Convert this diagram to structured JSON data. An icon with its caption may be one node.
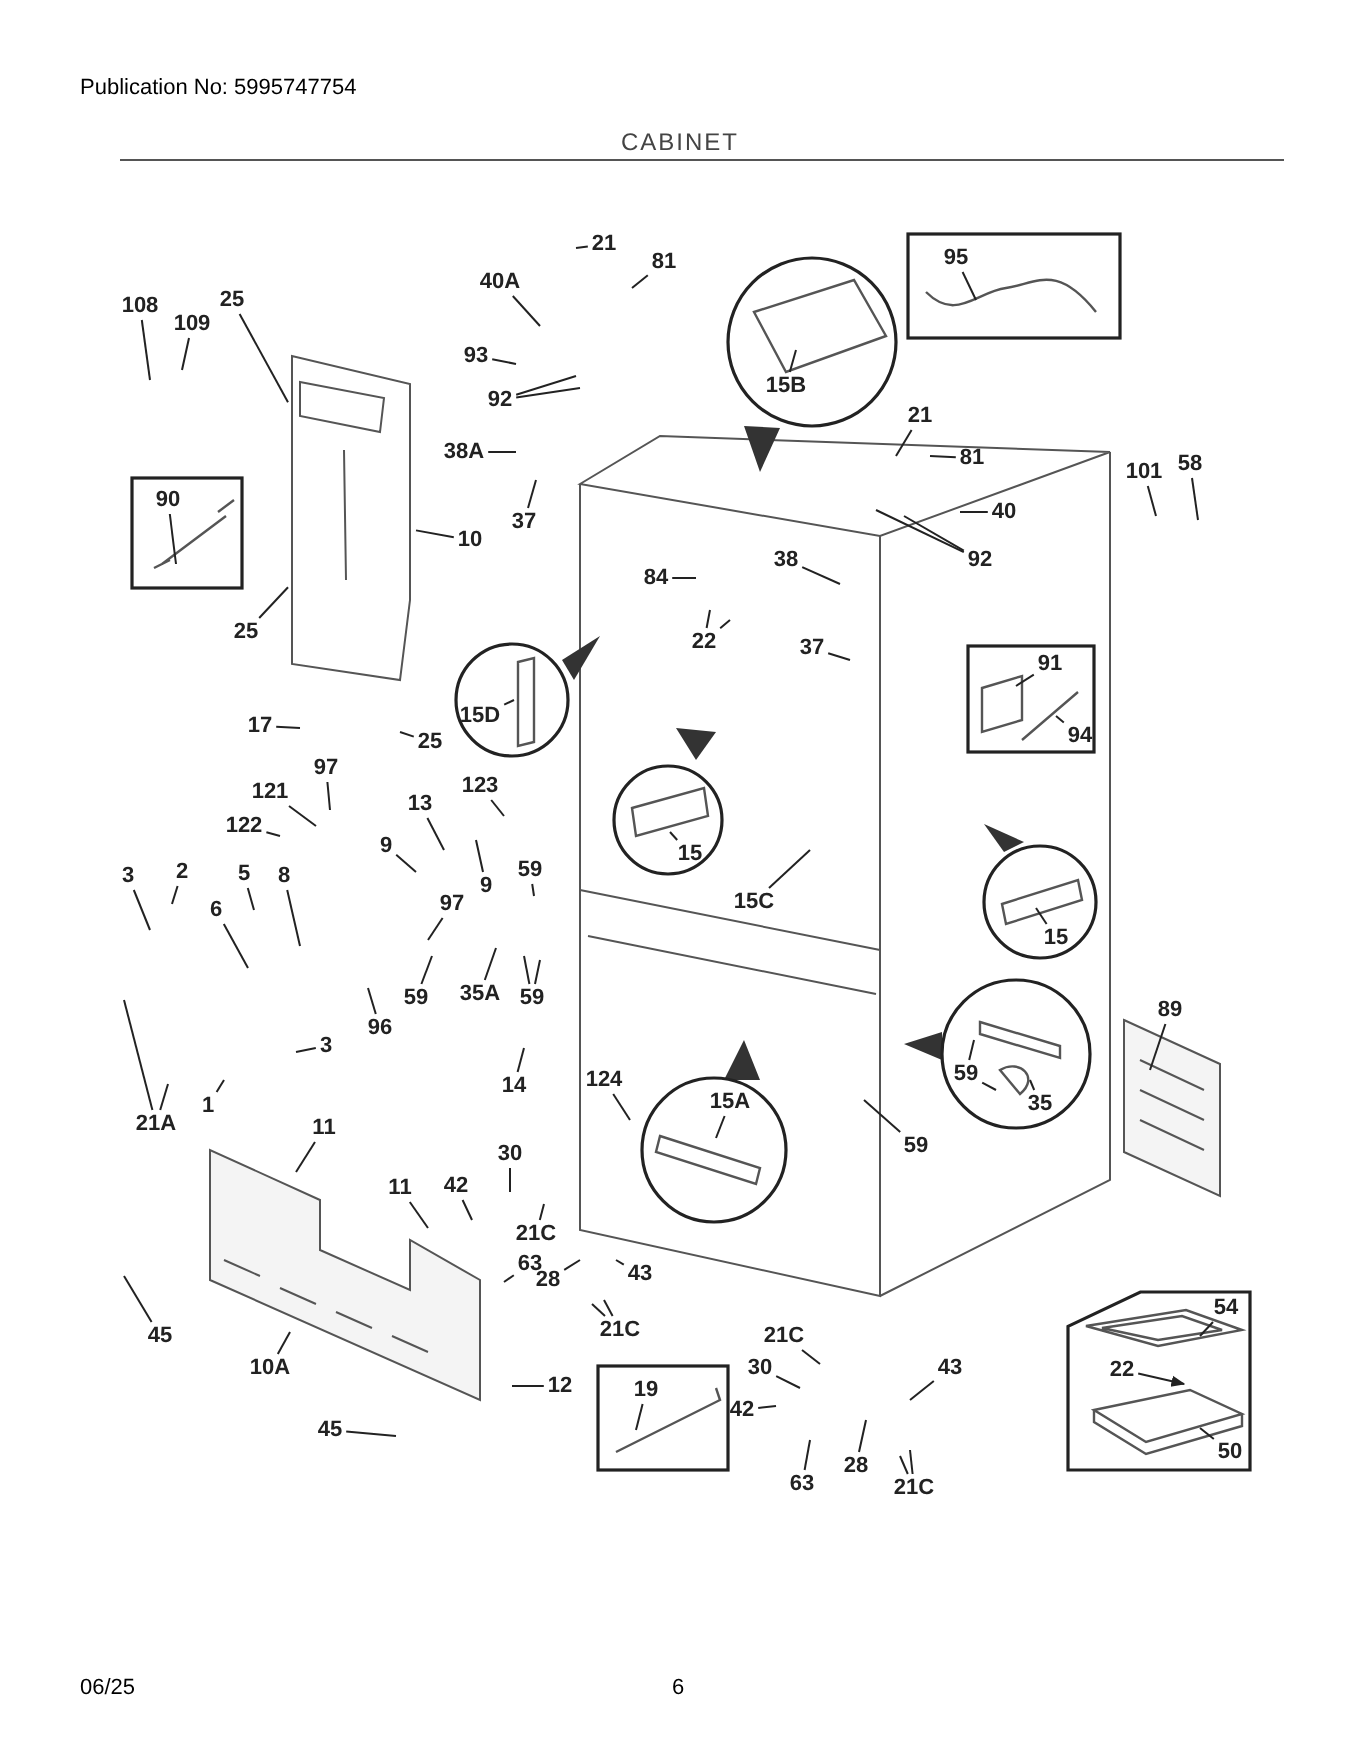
{
  "diagram": {
    "title": "CABINET",
    "nodes": [
      {
        "text": [
          "21"
        ]
      },
      {
        "text": [
          "81"
        ]
      },
      {
        "text": [
          "40A"
        ]
      },
      {
        "text": [
          "108"
        ]
      },
      {
        "text": [
          "109"
        ]
      },
      {
        "text": [
          "25"
        ]
      },
      {
        "text": [
          "93"
        ]
      },
      {
        "text": [
          "92"
        ]
      },
      {
        "text": [
          "38A"
        ]
      },
      {
        "text": [
          "37"
        ]
      },
      {
        "text": [
          "10"
        ]
      },
      {
        "text": [],
        "shape": "box"
      },
      {
        "text": [
          "90"
        ],
        "in": 11
      },
      {
        "text": [
          "25"
        ]
      },
      {
        "text": [
          "17"
        ]
      },
      {
        "text": [
          "25"
        ]
      },
      {
        "text": [
          "97"
        ]
      },
      {
        "text": [
          "121"
        ]
      },
      {
        "text": [
          "13"
        ]
      },
      {
        "text": [
          "123"
        ]
      },
      {
        "text": [
          "122"
        ]
      },
      {
        "text": [
          "9"
        ]
      },
      {
        "text": [
          "9"
        ]
      },
      {
        "text": [
          "3"
        ]
      },
      {
        "text": [
          "2"
        ]
      },
      {
        "text": [
          "5"
        ]
      },
      {
        "text": [
          "8"
        ]
      },
      {
        "text": [
          "6"
        ]
      },
      {
        "text": [
          "97"
        ]
      },
      {
        "text": [
          "59"
        ]
      },
      {
        "text": [
          "59"
        ]
      },
      {
        "text": [
          "35A"
        ]
      },
      {
        "text": [
          "59"
        ]
      },
      {
        "text": [
          "96"
        ]
      },
      {
        "text": [
          "3"
        ]
      },
      {
        "text": [
          "14"
        ]
      },
      {
        "text": [
          "21A"
        ]
      },
      {
        "text": [
          "1"
        ]
      },
      {
        "text": [
          "11"
        ]
      },
      {
        "text": [
          "11"
        ]
      },
      {
        "text": [
          "42"
        ]
      },
      {
        "text": [
          "30"
        ]
      },
      {
        "text": [
          "21C"
        ]
      },
      {
        "text": [
          "63"
        ]
      },
      {
        "text": [
          "28"
        ]
      },
      {
        "text": [
          "43"
        ]
      },
      {
        "text": [
          "21C"
        ]
      },
      {
        "text": [
          "45"
        ]
      },
      {
        "text": [
          "10A"
        ]
      },
      {
        "text": [
          "12"
        ]
      },
      {
        "text": [
          "45"
        ]
      },
      {
        "text": [],
        "shape": "box"
      },
      {
        "text": [
          "19"
        ],
        "in": 51
      },
      {
        "text": [
          "21C"
        ]
      },
      {
        "text": [
          "30"
        ]
      },
      {
        "text": [
          "42"
        ]
      },
      {
        "text": [
          "63"
        ]
      },
      {
        "text": [
          "28"
        ]
      },
      {
        "text": [
          "43"
        ]
      },
      {
        "text": [
          "21C"
        ]
      },
      {
        "text": [],
        "shape": "box"
      },
      {
        "text": [
          "54"
        ],
        "in": 60
      },
      {
        "text": [
          "22"
        ],
        "in": 60
      },
      {
        "text": [
          "50"
        ],
        "in": 60
      },
      {
        "text": [],
        "shape": "box"
      },
      {
        "text": [
          "95"
        ],
        "in": 64
      },
      {
        "text": [],
        "shape": "circle"
      },
      {
        "text": [
          "15B"
        ],
        "in": 66
      },
      {
        "text": [
          "21"
        ]
      },
      {
        "text": [
          "81"
        ]
      },
      {
        "text": [
          "40"
        ]
      },
      {
        "text": [
          "92"
        ]
      },
      {
        "text": [
          "38"
        ]
      },
      {
        "text": [
          "101"
        ]
      },
      {
        "text": [
          "58"
        ]
      },
      {
        "text": [
          "84"
        ]
      },
      {
        "text": [
          "22"
        ]
      },
      {
        "text": [
          "37"
        ]
      },
      {
        "text": [],
        "shape": "box"
      },
      {
        "text": [
          "91"
        ],
        "in": 78
      },
      {
        "text": [
          "94"
        ],
        "in": 78
      },
      {
        "text": [],
        "shape": "circle"
      },
      {
        "text": [
          "15D"
        ],
        "in": 81
      },
      {
        "text": [],
        "shape": "circle"
      },
      {
        "text": [
          "15"
        ],
        "in": 83
      },
      {
        "text": [
          "15C"
        ]
      },
      {
        "text": [],
        "shape": "circle"
      },
      {
        "text": [
          "15"
        ],
        "in": 86
      },
      {
        "text": [
          "89"
        ]
      },
      {
        "text": [],
        "shape": "circle"
      },
      {
        "text": [
          "59"
        ],
        "in": 89
      },
      {
        "text": [
          "35"
        ],
        "in": 89
      },
      {
        "text": [
          "59"
        ]
      },
      {
        "text": [],
        "shape": "circle"
      },
      {
        "text": [
          "15A"
        ],
        "in": 93
      },
      {
        "text": [
          "124"
        ]
      },
      {
        "text": [],
        "shape": "picture"
      }
    ],
    "edges": [
      {
        "from": 0,
        "to": null,
        "arrow": "none"
      },
      {
        "from": 1,
        "to": null,
        "arrow": "none"
      },
      {
        "from": 2,
        "to": null,
        "arrow": "none"
      },
      {
        "from": 3,
        "to": null,
        "arrow": "none"
      },
      {
        "from": 4,
        "to": null,
        "arrow": "none"
      },
      {
        "from": 5,
        "to": 96,
        "arrow": "none"
      },
      {
        "from": 6,
        "to": null,
        "arrow": "none"
      },
      {
        "from": 7,
        "to": null,
        "arrow": "none"
      },
      {
        "from": 7,
        "to": null,
        "arrow": "none"
      },
      {
        "from": 8,
        "to": null,
        "arrow": "none"
      },
      {
        "from": 9,
        "to": null,
        "arrow": "none"
      },
      {
        "from": 10,
        "to": 96,
        "arrow": "none"
      },
      {
        "from": 12,
        "to": null,
        "arrow": "none"
      },
      {
        "from": 13,
        "to": 96,
        "arrow": "none"
      },
      {
        "from": 14,
        "to": null,
        "arrow": "none"
      },
      {
        "from": 15,
        "to": null,
        "arrow": "none"
      },
      {
        "from": 16,
        "to": null,
        "arrow": "none"
      },
      {
        "from": 17,
        "to": null,
        "arrow": "none"
      },
      {
        "from": 18,
        "to": null,
        "arrow": "none"
      },
      {
        "from": 19,
        "to": null,
        "arrow": "none"
      },
      {
        "from": 20,
        "to": null,
        "arrow": "none"
      },
      {
        "from": 21,
        "to": null,
        "arrow": "none"
      },
      {
        "from": 22,
        "to": null,
        "arrow": "none"
      },
      {
        "from": 23,
        "to": null,
        "arrow": "none"
      },
      {
        "from": 24,
        "to": null,
        "arrow": "none"
      },
      {
        "from": 25,
        "to": null,
        "arrow": "none"
      },
      {
        "from": 26,
        "to": null,
        "arrow": "none"
      },
      {
        "from": 27,
        "to": null,
        "arrow": "none"
      },
      {
        "from": 28,
        "to": null,
        "arrow": "none"
      },
      {
        "from": 29,
        "to": null,
        "arrow": "none"
      },
      {
        "from": 30,
        "to": null,
        "arrow": "none"
      },
      {
        "from": 31,
        "to": null,
        "arrow": "none"
      },
      {
        "from": 32,
        "to": null,
        "arrow": "none"
      },
      {
        "from": 32,
        "to": null,
        "arrow": "none"
      },
      {
        "from": 33,
        "to": null,
        "arrow": "none"
      },
      {
        "from": 34,
        "to": null,
        "arrow": "none"
      },
      {
        "from": 35,
        "to": null,
        "arrow": "none"
      },
      {
        "from": 36,
        "to": null,
        "arrow": "none"
      },
      {
        "from": 36,
        "to": null,
        "arrow": "none"
      },
      {
        "from": 37,
        "to": null,
        "arrow": "none"
      },
      {
        "from": 38,
        "to": null,
        "arrow": "none"
      },
      {
        "from": 39,
        "to": null,
        "arrow": "none"
      },
      {
        "from": 40,
        "to": null,
        "arrow": "none"
      },
      {
        "from": 41,
        "to": null,
        "arrow": "none"
      },
      {
        "from": 42,
        "to": null,
        "arrow": "none"
      },
      {
        "from": 43,
        "to": null,
        "arrow": "none"
      },
      {
        "from": 44,
        "to": null,
        "arrow": "none"
      },
      {
        "from": 45,
        "to": null,
        "arrow": "none"
      },
      {
        "from": 46,
        "to": null,
        "arrow": "none"
      },
      {
        "from": 46,
        "to": null,
        "arrow": "none"
      },
      {
        "from": 47,
        "to": null,
        "arrow": "none"
      },
      {
        "from": 48,
        "to": null,
        "arrow": "none"
      },
      {
        "from": 49,
        "to": null,
        "arrow": "none"
      },
      {
        "from": 50,
        "to": null,
        "arrow": "none"
      },
      {
        "from": 52,
        "to": null,
        "arrow": "none"
      },
      {
        "from": 53,
        "to": null,
        "arrow": "none"
      },
      {
        "from": 54,
        "to": null,
        "arrow": "none"
      },
      {
        "from": 55,
        "to": null,
        "arrow": "none"
      },
      {
        "from": 56,
        "to": null,
        "arrow": "none"
      },
      {
        "from": 57,
        "to": null,
        "arrow": "none"
      },
      {
        "from": 58,
        "to": null,
        "arrow": "none"
      },
      {
        "from": 59,
        "to": null,
        "arrow": "none"
      },
      {
        "from": 59,
        "to": null,
        "arrow": "none"
      },
      {
        "from": 61,
        "to": null,
        "arrow": "none"
      },
      {
        "from": 62,
        "to": null,
        "arrow": "to"
      },
      {
        "from": 63,
        "to": null,
        "arrow": "none"
      },
      {
        "from": 65,
        "to": null,
        "arrow": "none"
      },
      {
        "from": 67,
        "to": null,
        "arrow": "none"
      },
      {
        "from": 68,
        "to": null,
        "arrow": "none"
      },
      {
        "from": 69,
        "to": null,
        "arrow": "none"
      },
      {
        "from": 70,
        "to": null,
        "arrow": "none"
      },
      {
        "from": 71,
        "to": null,
        "arrow": "none"
      },
      {
        "from": 71,
        "to": null,
        "arrow": "none"
      },
      {
        "from": 72,
        "to": null,
        "arrow": "none"
      },
      {
        "from": 73,
        "to": null,
        "arrow": "none"
      },
      {
        "from": 74,
        "to": null,
        "arrow": "none"
      },
      {
        "from": 75,
        "to": null,
        "arrow": "none"
      },
      {
        "from": 76,
        "to": null,
        "arrow": "none"
      },
      {
        "from": 76,
        "to": null,
        "arrow": "none"
      },
      {
        "from": 77,
        "to": null,
        "arrow": "none"
      },
      {
        "from": 79,
        "to": null,
        "arrow": "none"
      },
      {
        "from": 80,
        "to": null,
        "arrow": "none"
      },
      {
        "from": 82,
        "to": null,
        "arrow": "none"
      },
      {
        "from": 84,
        "to": null,
        "arrow": "none"
      },
      {
        "from": 85,
        "to": null,
        "arrow": "none"
      },
      {
        "from": 87,
        "to": null,
        "arrow": "none"
      },
      {
        "from": 88,
        "to": null,
        "arrow": "none"
      },
      {
        "from": 90,
        "to": null,
        "arrow": "none"
      },
      {
        "from": 90,
        "to": null,
        "arrow": "none"
      },
      {
        "from": 91,
        "to": null,
        "arrow": "none"
      },
      {
        "from": 92,
        "to": null,
        "arrow": "none"
      },
      {
        "from": 94,
        "to": null,
        "arrow": "none"
      },
      {
        "from": 95,
        "to": null,
        "arrow": "none"
      }
    ],
    "labels": [
      "Publication No: 5995747754",
      "06/25",
      "6"
    ]
  }
}
